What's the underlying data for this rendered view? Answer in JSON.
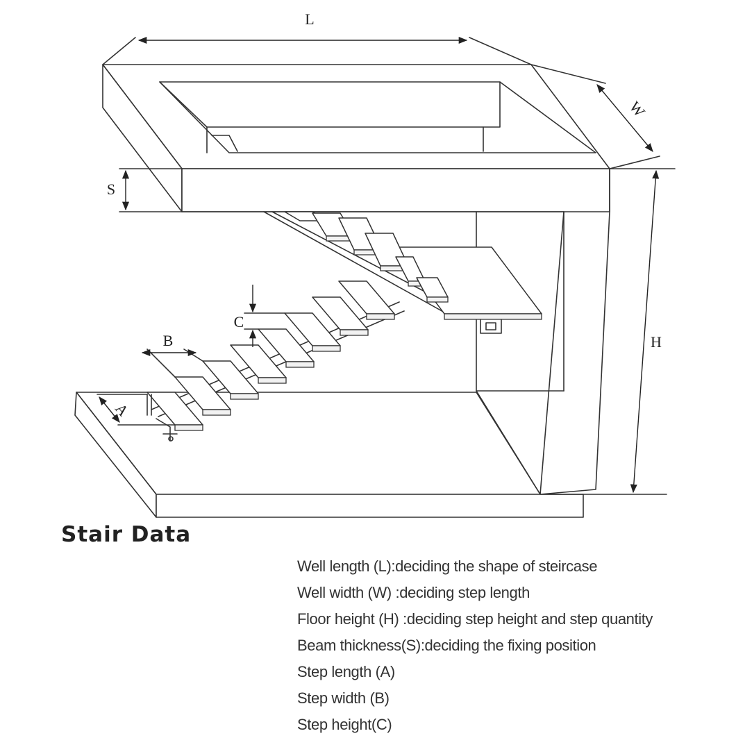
{
  "dimension_labels": {
    "L": "L",
    "W": "W",
    "S": "S",
    "H": "H",
    "A": "A",
    "B": "B",
    "C": "C"
  },
  "title": "Stair Data",
  "specs": [
    "Well length (L):deciding the shape of steircase",
    "Well width (W) :deciding  step length",
    "Floor height (H) :deciding  step height and step quantity",
    "Beam thickness(S):deciding the fixing position",
    "Step length (A)",
    "Step width (B)",
    "Step height(C)"
  ]
}
